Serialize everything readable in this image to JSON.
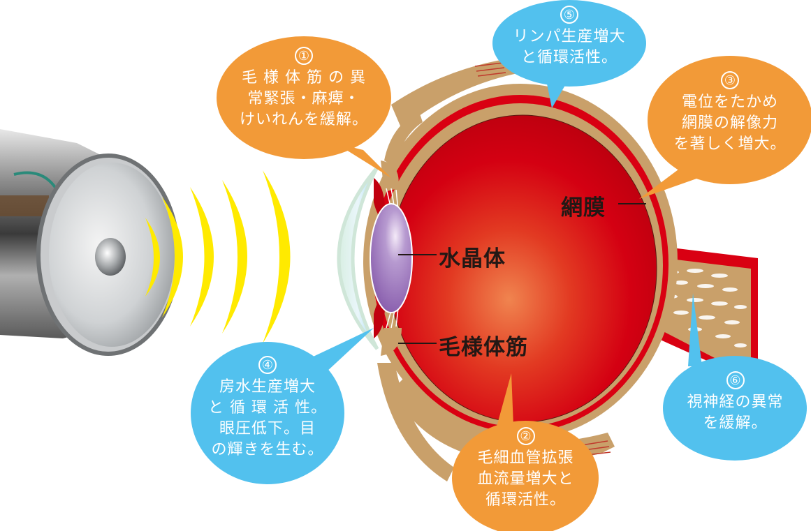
{
  "colors": {
    "orange_bubble": "#F29A38",
    "blue_bubble": "#52C1EE",
    "eye_red": "#D90012",
    "tissue_tan": "#C9A06A",
    "wave_yellow": "#FFEA00",
    "lens_purple": "#9467B0",
    "label_text": "#231815"
  },
  "device": {
    "icon": "ultrasound-device-icon",
    "waves": 5
  },
  "eye_labels": {
    "lens": "水晶体",
    "ciliary_muscle": "毛様体筋",
    "retina": "網膜"
  },
  "callouts": [
    {
      "id": "1",
      "number": "①",
      "color": "orange",
      "lines": [
        "毛 様 体 筋 の 異",
        "常緊張・麻痺・",
        "けいれんを緩解。"
      ]
    },
    {
      "id": "2",
      "number": "②",
      "color": "orange",
      "lines": [
        "毛細血管拡張",
        "血流量増大と",
        "循環活性。"
      ]
    },
    {
      "id": "3",
      "number": "③",
      "color": "orange",
      "lines": [
        "電位をたかめ",
        "網膜の解像力",
        "を著しく増大。"
      ]
    },
    {
      "id": "4",
      "number": "④",
      "color": "blue",
      "lines": [
        "房水生産増大",
        "と 循 環 活 性。",
        "眼圧低下。目",
        "の輝きを生む。"
      ]
    },
    {
      "id": "5",
      "number": "⑤",
      "color": "blue",
      "lines": [
        "リンパ生産増大",
        "と循環活性。"
      ]
    },
    {
      "id": "6",
      "number": "⑥",
      "color": "blue",
      "lines": [
        "視神経の異常",
        "を緩解。"
      ]
    }
  ]
}
